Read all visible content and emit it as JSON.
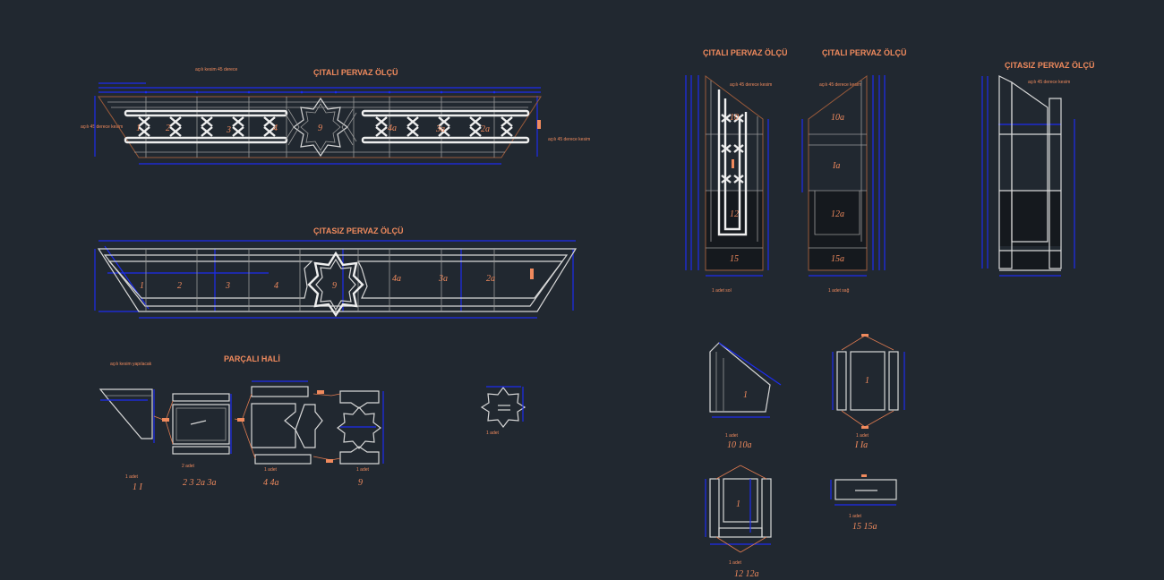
{
  "drawing": {
    "background": "#212830",
    "colors": {
      "geometry": "#d8d8d8",
      "dimension": "#1c2cf0",
      "label": "#f08a5d",
      "outline": "#9a5a3a"
    }
  },
  "views": {
    "front_lit": {
      "title": "ÇITALI PERVAZ ÖLÇÜ",
      "note_top": "açılı kesim 45 derece",
      "note_left": "açılı 45 derece kesim",
      "note_right": "açılı 45 derece kesim",
      "part_labels": [
        "1",
        "2",
        "3",
        "4",
        "9",
        "4a",
        "3a",
        "2a",
        "I"
      ]
    },
    "front_plain": {
      "title": "ÇITASIZ PERVAZ ÖLÇÜ",
      "part_labels": [
        "1",
        "2",
        "3",
        "4",
        "9",
        "4a",
        "3a",
        "2a",
        "I"
      ]
    },
    "side_left": {
      "title": "ÇITALI PERVAZ ÖLÇÜ",
      "note": "açılı 45 derece kesim",
      "parts": [
        "10",
        "I",
        "12",
        "15"
      ],
      "caption": "1 adet sol"
    },
    "side_right": {
      "title": "ÇITALI PERVAZ ÖLÇÜ",
      "note": "açılı 45 derece kesim",
      "parts": [
        "10a",
        "Ia",
        "12a",
        "15a"
      ],
      "caption": "1 adet sağ"
    },
    "side_plain": {
      "title": "ÇITASIZ PERVAZ ÖLÇÜ",
      "note": "açılı 45 derece kesim"
    },
    "parts_section": {
      "title": "PARÇALI HALİ",
      "note": "açılı kesim yapılacak",
      "groups": [
        {
          "caption": "1 adet",
          "ids": "1  I"
        },
        {
          "caption": "2 adet",
          "ids": "2  3  2a  3a"
        },
        {
          "caption": "1 adet",
          "ids": "4  4a"
        },
        {
          "caption": "1 adet",
          "ids": "9"
        }
      ]
    },
    "star_detail": {
      "caption": "1 adet"
    },
    "side_parts": [
      {
        "caption": "1 adet",
        "ids": "10  10a",
        "panel_label": "1"
      },
      {
        "caption": "1 adet",
        "ids": "I  Ia",
        "panel_label": "1"
      },
      {
        "caption": "1 adet",
        "ids": "12  12a",
        "panel_label": "1"
      },
      {
        "caption": "1 adet",
        "ids": "15  15a"
      }
    ]
  }
}
